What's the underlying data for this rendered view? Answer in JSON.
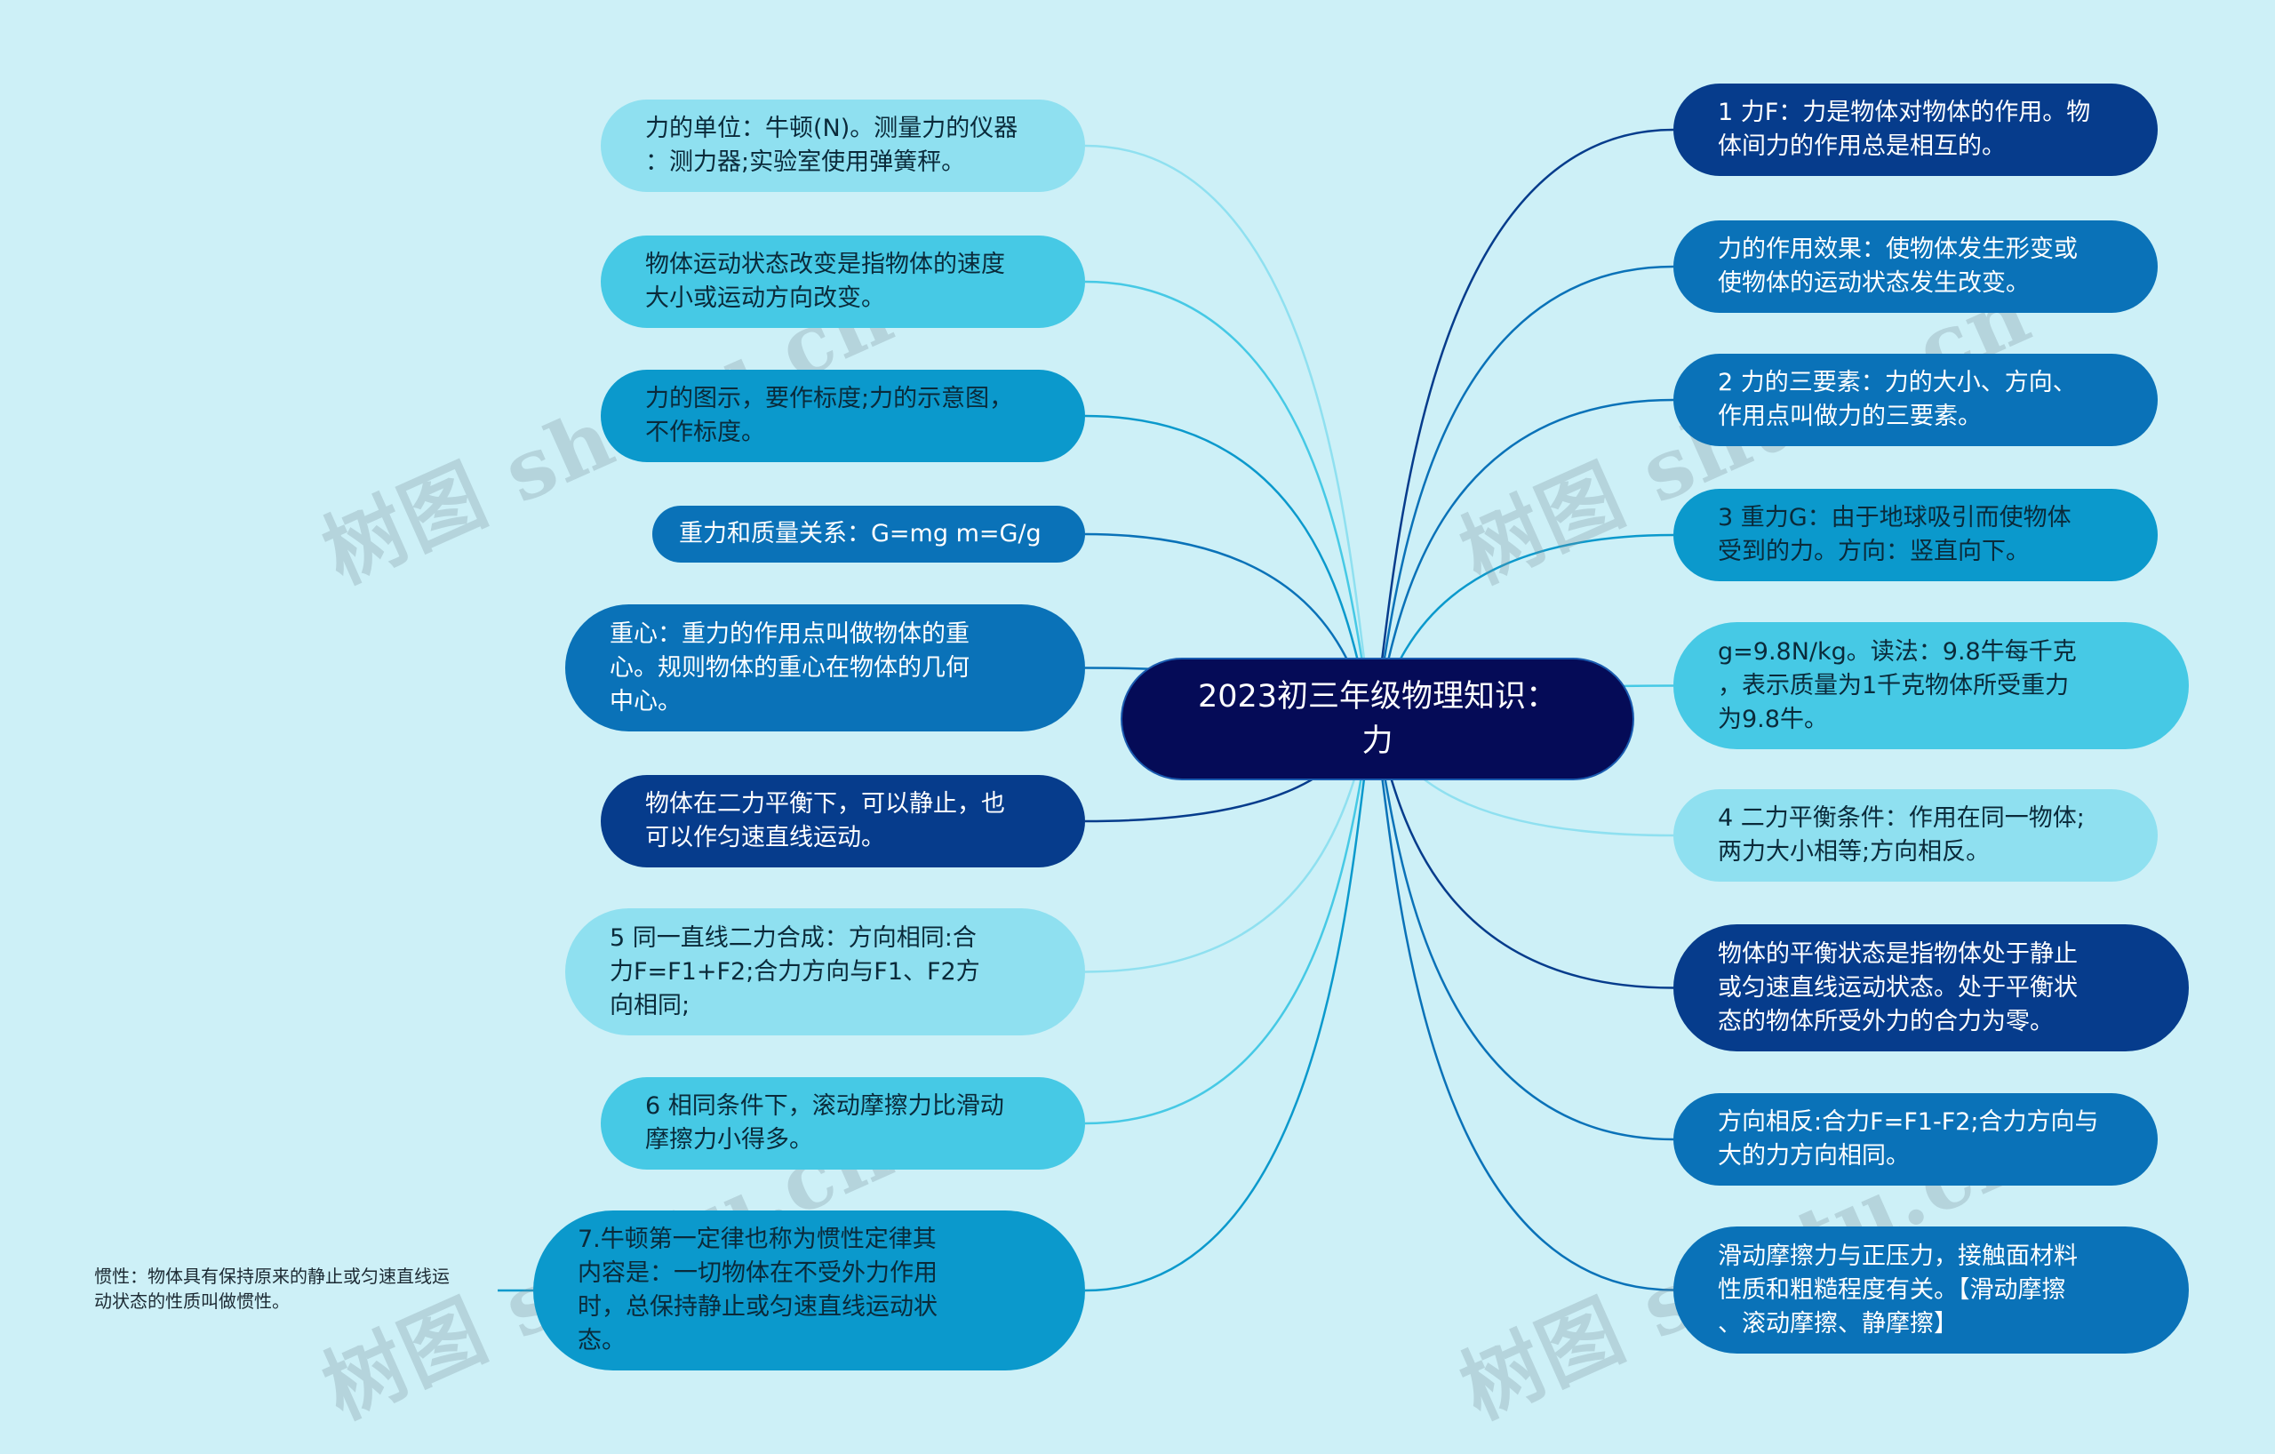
{
  "root": {
    "title": "2023初三年级物理知识：\n力"
  },
  "watermark_text": "树图 shutu.cn",
  "colors": {
    "background": "#cdf0f7",
    "root": "#050b57",
    "navy": "#063c8c",
    "mid_blue": "#0a72b8",
    "blue": "#0b99cc",
    "cyan": "#46c9e5",
    "light_cyan": "#8fe0f0"
  },
  "left_nodes": [
    {
      "text": "力的单位：牛顿(N)。测量力的仪器\n：测力器;实验室使用弹簧秤。",
      "color": "light_cyan"
    },
    {
      "text": "物体运动状态改变是指物体的速度\n大小或运动方向改变。",
      "color": "cyan"
    },
    {
      "text": "力的图示，要作标度;力的示意图，\n不作标度。",
      "color": "blue"
    },
    {
      "text": "重力和质量关系：G=mg m=G/g",
      "color": "mid_blue"
    },
    {
      "text": "重心：重力的作用点叫做物体的重\n心。规则物体的重心在物体的几何\n中心。",
      "color": "mid_blue"
    },
    {
      "text": "物体在二力平衡下，可以静止，也\n可以作匀速直线运动。",
      "color": "navy"
    },
    {
      "text": "5 同一直线二力合成：方向相同:合\n力F=F1+F2;合力方向与F1、F2方\n向相同;",
      "color": "light_cyan"
    },
    {
      "text": "6 相同条件下，滚动摩擦力比滑动\n摩擦力小得多。",
      "color": "cyan"
    },
    {
      "text": "7.牛顿第一定律也称为惯性定律其\n内容是：一切物体在不受外力作用\n时，总保持静止或匀速直线运动状\n态。",
      "color": "blue"
    }
  ],
  "left_leaf": {
    "text": "惯性：物体具有保持原来的静止或匀速直线运\n动状态的性质叫做惯性。"
  },
  "right_nodes": [
    {
      "text": "1 力F：力是物体对物体的作用。物\n体间力的作用总是相互的。",
      "color": "navy"
    },
    {
      "text": "力的作用效果：使物体发生形变或\n使物体的运动状态发生改变。",
      "color": "mid_blue"
    },
    {
      "text": "2 力的三要素：力的大小、方向、\n作用点叫做力的三要素。",
      "color": "mid_blue"
    },
    {
      "text": "3 重力G：由于地球吸引而使物体\n受到的力。方向：竖直向下。",
      "color": "blue"
    },
    {
      "text": "g=9.8N/kg。读法：9.8牛每千克\n，表示质量为1千克物体所受重力\n为9.8牛。",
      "color": "cyan"
    },
    {
      "text": "4 二力平衡条件：作用在同一物体;\n两力大小相等;方向相反。",
      "color": "light_cyan"
    },
    {
      "text": "物体的平衡状态是指物体处于静止\n或匀速直线运动状态。处于平衡状\n态的物体所受外力的合力为零。",
      "color": "navy"
    },
    {
      "text": "方向相反:合力F=F1-F2;合力方向与\n大的力方向相同。",
      "color": "mid_blue"
    },
    {
      "text": "滑动摩擦力与正压力，接触面材料\n性质和粗糙程度有关。【滑动摩擦\n、滚动摩擦、静摩擦】",
      "color": "mid_blue"
    }
  ]
}
